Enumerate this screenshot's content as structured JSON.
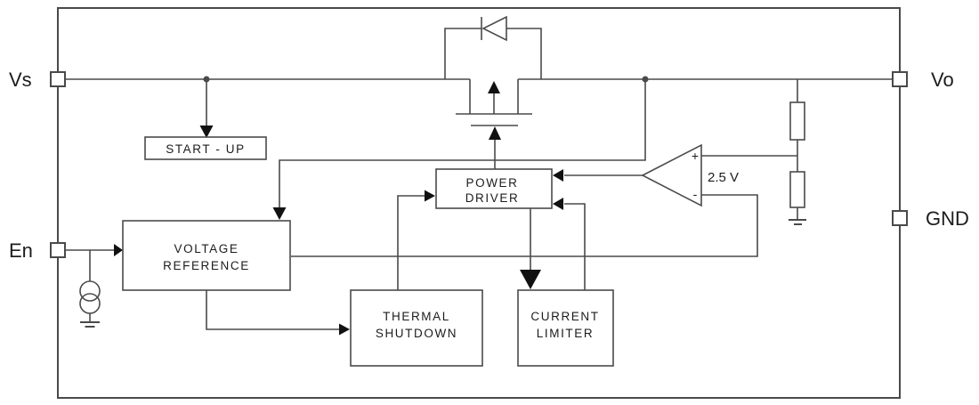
{
  "pins": {
    "vs": "Vs",
    "en": "En",
    "vo": "Vo",
    "gnd": "GND"
  },
  "blocks": {
    "startup": {
      "label": "START - UP"
    },
    "voltage_reference": {
      "line1": "VOLTAGE",
      "line2": "REFERENCE"
    },
    "power_driver": {
      "line1": "POWER",
      "line2": "DRIVER"
    },
    "thermal_shutdown": {
      "line1": "THERMAL",
      "line2": "SHUTDOWN"
    },
    "current_limiter": {
      "line1": "CURRENT",
      "line2": "LIMITER"
    }
  },
  "comparator": {
    "plus_label": "+",
    "minus_label": "-",
    "reference_voltage": "2.5 V"
  },
  "colors": {
    "wire": "#4a4a4a",
    "text": "#1c1c1c",
    "arrow": "#111111",
    "background": "#ffffff"
  }
}
